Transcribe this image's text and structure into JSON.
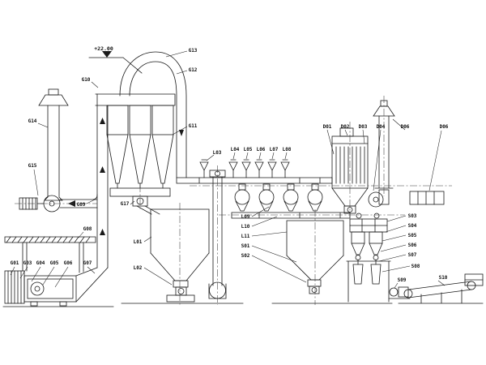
{
  "drawing": {
    "background": "#ffffff",
    "line_color": "#1a1a1a"
  },
  "labels": {
    "elevation": "+22.00",
    "g01": "G01",
    "g03": "G03",
    "g04": "G04",
    "g05": "G05",
    "g06": "G06",
    "g07": "G07",
    "g08": "G08",
    "g09": "G09",
    "g10": "G10",
    "g11": "G11",
    "g12": "G12",
    "g13": "G13",
    "g14": "G14",
    "g15": "G15",
    "g17": "G17",
    "l01": "L01",
    "l02": "L02",
    "l03": "L03",
    "l04": "L04",
    "l05": "L05",
    "l06": "L06",
    "l07": "L07",
    "l08": "L08",
    "l09": "L09",
    "l10": "L10",
    "l11": "L11",
    "s01": "S01",
    "s02": "S02",
    "s03": "S03",
    "s04": "S04",
    "s05": "S05",
    "s06": "S06",
    "s07": "S07",
    "s08": "S08",
    "s09": "S09",
    "s10": "S10",
    "d01": "D01",
    "d02": "D02",
    "d03": "D03",
    "d04": "D04",
    "d06_chimney": "D06",
    "d06_right": "D06"
  }
}
